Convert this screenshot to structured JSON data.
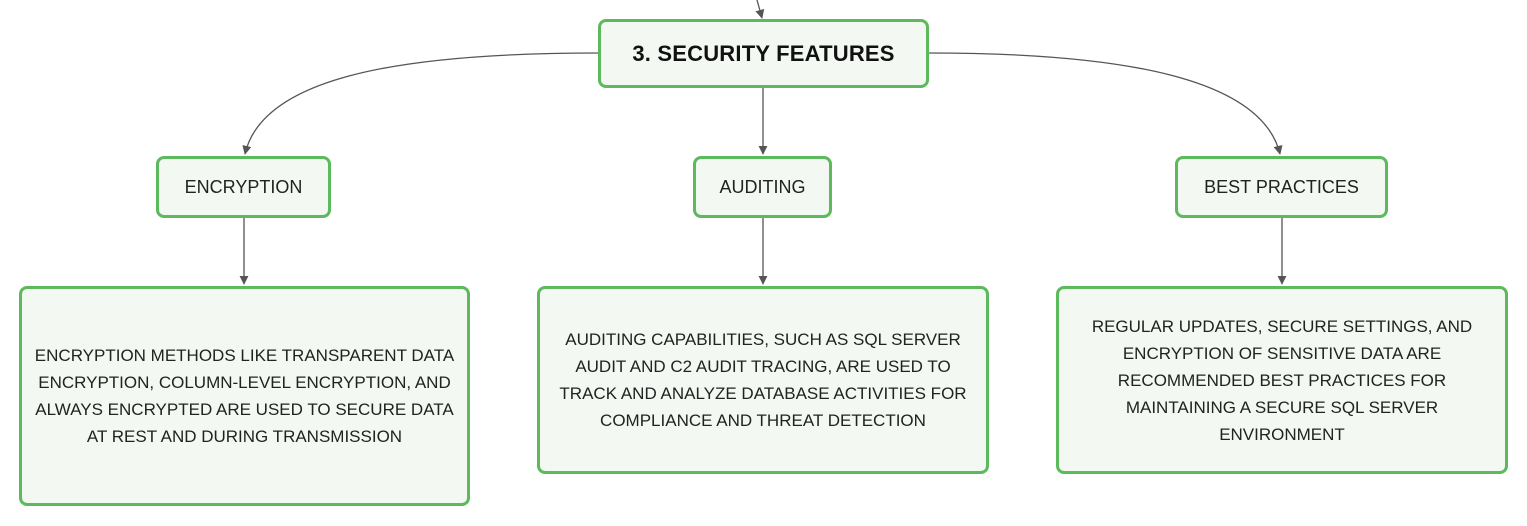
{
  "diagram": {
    "root": {
      "label": "3. SECURITY FEATURES"
    },
    "branches": [
      {
        "label": "ENCRYPTION",
        "detail": "ENCRYPTION METHODS LIKE TRANSPARENT DATA ENCRYPTION, COLUMN-LEVEL ENCRYPTION, AND ALWAYS ENCRYPTED ARE USED TO SECURE DATA AT REST AND DURING TRANSMISSION"
      },
      {
        "label": "AUDITING",
        "detail": "AUDITING CAPABILITIES, SUCH AS SQL SERVER AUDIT AND C2 AUDIT TRACING, ARE USED TO TRACK AND ANALYZE DATABASE ACTIVITIES FOR COMPLIANCE AND THREAT DETECTION"
      },
      {
        "label": "BEST PRACTICES",
        "detail": "REGULAR UPDATES, SECURE SETTINGS, AND ENCRYPTION OF SENSITIVE DATA ARE RECOMMENDED BEST PRACTICES FOR MAINTAINING A SECURE SQL SERVER ENVIRONMENT"
      }
    ],
    "colors": {
      "node_border": "#5cba5c",
      "node_fill": "#f3f8f2",
      "connector": "#555555"
    }
  }
}
